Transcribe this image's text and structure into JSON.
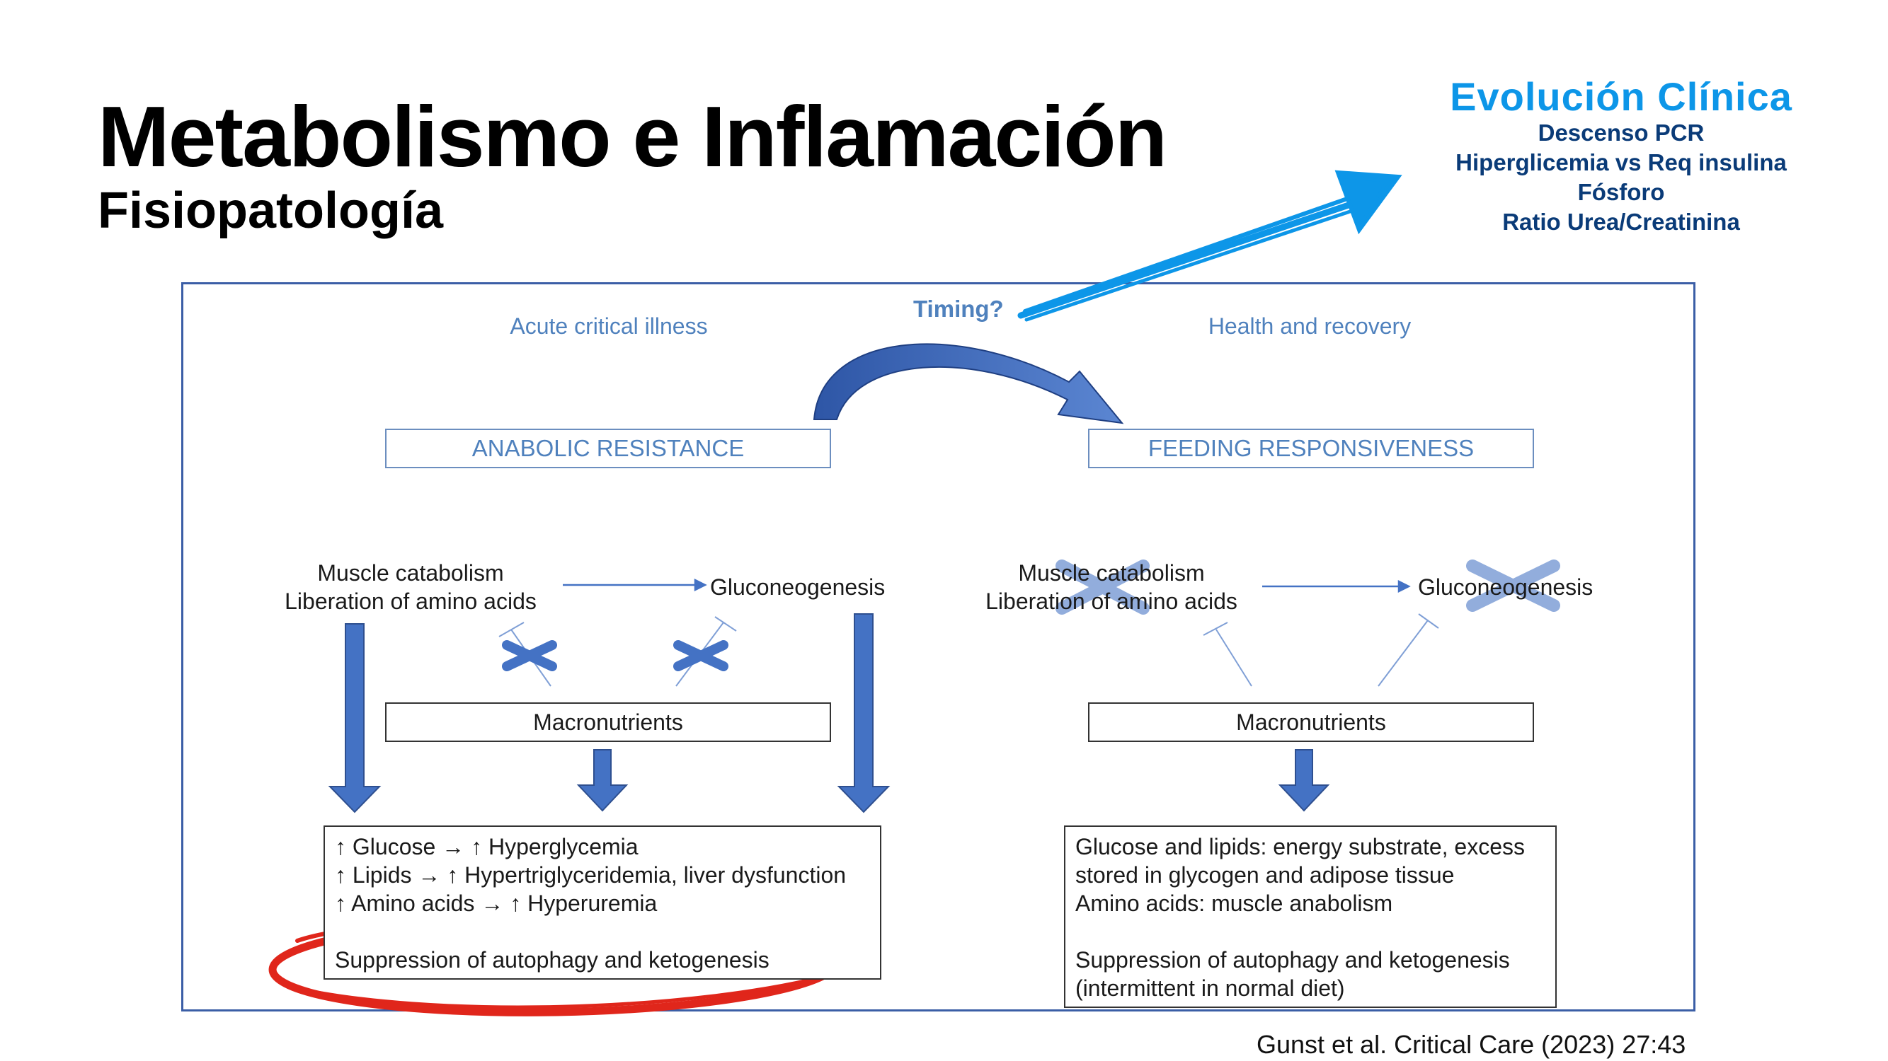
{
  "slide": {
    "title": "Metabolismo e Inflamación",
    "subtitle": "Fisiopatología"
  },
  "evolucion": {
    "title": "Evolución Clínica",
    "lines": [
      "Descenso PCR",
      "Hiperglicemia vs Req insulina",
      "Fósforo",
      "Ratio Urea/Creatinina"
    ]
  },
  "diagram": {
    "timing_label": "Timing?",
    "left": {
      "phase": "Acute critical illness",
      "state": "ANABOLIC RESISTANCE",
      "catabolism_lines": [
        "Muscle catabolism",
        "Liberation of amino acids"
      ],
      "gluconeogenesis": "Gluconeogenesis",
      "macronutrients": "Macronutrients",
      "outcome_lines": [
        "↑ Glucose → ↑ Hyperglycemia",
        "↑ Lipids → ↑ Hypertriglyceridemia, liver dysfunction",
        "↑ Amino acids → ↑ Hyperuremia",
        "",
        "Suppression of autophagy and ketogenesis"
      ]
    },
    "right": {
      "phase": "Health and recovery",
      "state": "FEEDING RESPONSIVENESS",
      "catabolism_lines": [
        "Muscle catabolism",
        "Liberation of amino acids"
      ],
      "gluconeogenesis": "Gluconeogenesis",
      "macronutrients": "Macronutrients",
      "outcome_lines": [
        "Glucose and lipids: energy substrate, excess",
        "stored in glycogen and adipose tissue",
        "Amino acids: muscle anabolism",
        "",
        "Suppression of autophagy and ketogenesis",
        "(intermittent in normal diet)"
      ]
    }
  },
  "citation": "Gunst et al. Critical Care (2023) 27:43",
  "colors": {
    "dark_blue_arrow": "#4472c4",
    "light_blue_text": "#4f81bd",
    "cyan_annotation": "#0d96e8",
    "navy_annotation": "#0a3b78",
    "red_ellipse": "#e0261b",
    "x_mark": "#7f9fd6"
  }
}
